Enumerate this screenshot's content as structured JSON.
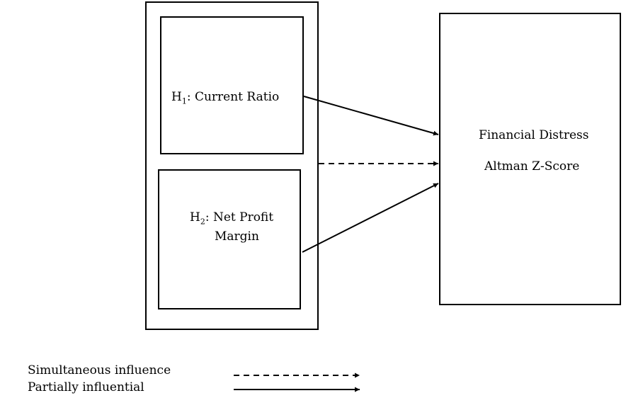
{
  "diagram": {
    "h1": {
      "letter": "H",
      "sub": "1",
      "text": ": Current Ratio"
    },
    "h2": {
      "letter": "H",
      "sub": "2",
      "text": ": Net Profit",
      "line2": "Margin"
    },
    "dependent": {
      "line1": "Financial Distress",
      "line2": "Altman Z-Score"
    }
  },
  "legend": {
    "simultaneous": "Simultaneous influence",
    "partial": "Partially influential"
  }
}
